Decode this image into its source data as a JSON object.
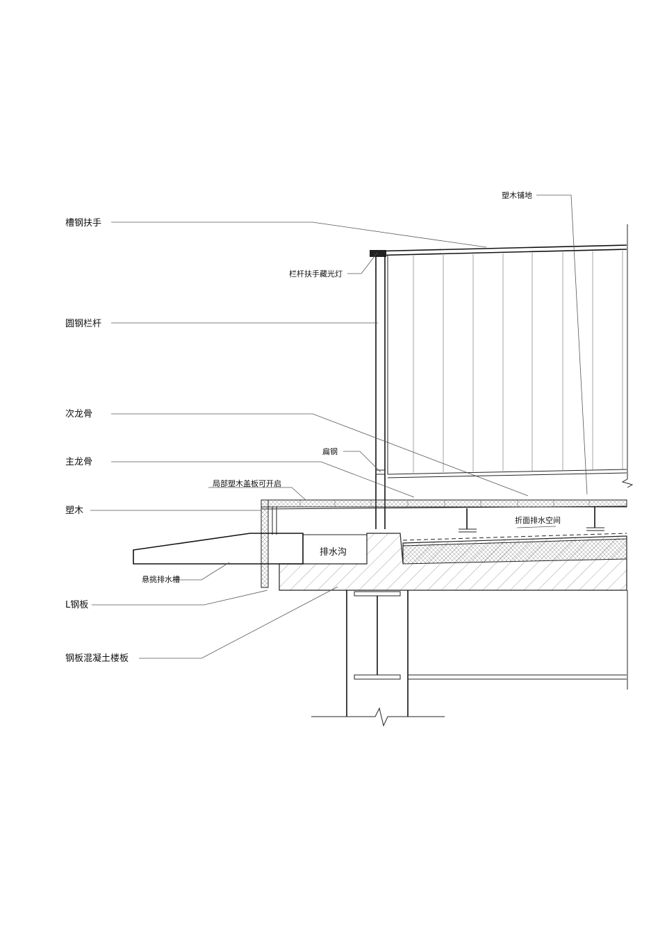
{
  "labels": {
    "channel_handrail": "槽钢扶手",
    "round_steel_rail": "圆钢栏杆",
    "secondary_joist": "次龙骨",
    "main_joist": "主龙骨",
    "wpc": "塑木",
    "l_steel_plate": "L钢板",
    "steel_concrete_slab": "钢板混凝土楼板",
    "wpc_decking": "塑木铺地",
    "handrail_light": "栏杆扶手藏光灯",
    "flat_steel": "扁钢",
    "partial_cover": "局部塑木盖板可开启",
    "drain_space": "折面排水空间",
    "drain_ditch": "排水沟",
    "cantilever_gutter": "悬挑排水槽"
  }
}
